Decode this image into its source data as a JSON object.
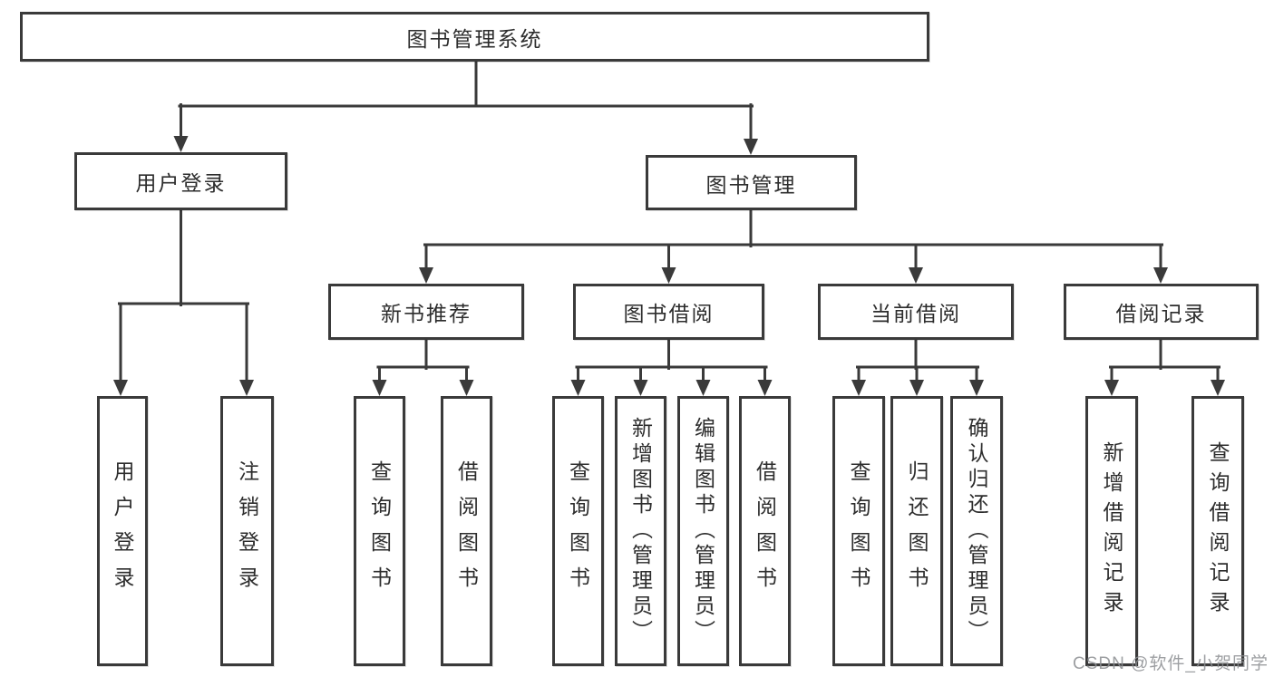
{
  "diagram": {
    "root": {
      "label": "图书管理系统"
    },
    "level2": [
      {
        "label": "用户登录"
      },
      {
        "label": "图书管理"
      }
    ],
    "level3": [
      {
        "label": "新书推荐"
      },
      {
        "label": "图书借阅"
      },
      {
        "label": "当前借阅"
      },
      {
        "label": "借阅记录"
      }
    ],
    "leaves": {
      "user_login": [
        "用户登录",
        "注销登录"
      ],
      "new_books": [
        "查询图书",
        "借阅图书"
      ],
      "book_borrow": [
        "查询图书",
        "新增图书（管理员）",
        "编辑图书（管理员）",
        "借阅图书"
      ],
      "current_borrow": [
        "查询图书",
        "归还图书",
        "确认归还（管理员）"
      ],
      "borrow_records": [
        "新增借阅记录",
        "查询借阅记录"
      ]
    },
    "colors": {
      "line": "#3a3a3a",
      "text": "#2d2d2d",
      "background": "#ffffff",
      "watermark": "#8c8e92"
    }
  },
  "watermark": {
    "text": "CSDN @软件_小贺同学"
  }
}
